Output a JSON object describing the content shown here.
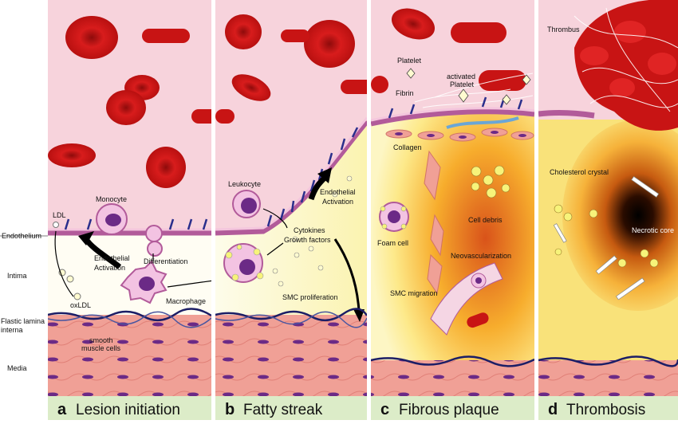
{
  "layer_labels": {
    "endothelium": "Endothelium",
    "intima": "Intima",
    "flastic_lamina_line1": "Flastic lamina",
    "flastic_lamina_line2": "interna",
    "media": "Media"
  },
  "panels": [
    {
      "letter": "a",
      "title": "Lesion initiation"
    },
    {
      "letter": "b",
      "title": "Fatty streak"
    },
    {
      "letter": "c",
      "title": "Fibrous plaque"
    },
    {
      "letter": "d",
      "title": "Thrombosis"
    }
  ],
  "panel_a": {
    "ldl": "LDL",
    "monocyte": "Monocyte",
    "endothelial_activation_1": "Endothelial",
    "endothelial_activation_2": "Activation",
    "differentiation": "Differentiation",
    "oxldl": "oxLDL",
    "macrophage": "Macrophage",
    "smooth_muscle_1": "smooth",
    "smooth_muscle_2": "muscle cells"
  },
  "panel_b": {
    "leukocyte": "Leukocyte",
    "endothelial_activation_1": "Endothelial",
    "endothelial_activation_2": "Activation",
    "cytokines_1": "Cytokines",
    "cytokines_2": "Growth factors",
    "smc_proliferation": "SMC proliferation"
  },
  "panel_c": {
    "platelet": "Platelet",
    "fibrin": "Fibrin",
    "activated_1": "activated",
    "activated_2": "Platelet",
    "collagen": "Collagen",
    "foam_cell": "Foam cell",
    "cell_debris": "Cell debris",
    "neovascularization": "Neovascularization",
    "smc_migration": "SMC migration"
  },
  "panel_d": {
    "thrombus": "Thrombus",
    "cholesterol_crystal": "Cholesterol crystal",
    "necrotic_core": "Necrotic core"
  },
  "colors": {
    "lumen": "#f7d3dc",
    "rbc": "#cc1414",
    "intima": "#fdfbe4",
    "media": "#f0a096",
    "nucleus": "#6b2a86",
    "caption_bg": "#dcecc8",
    "necrotic": "#e0851c"
  }
}
